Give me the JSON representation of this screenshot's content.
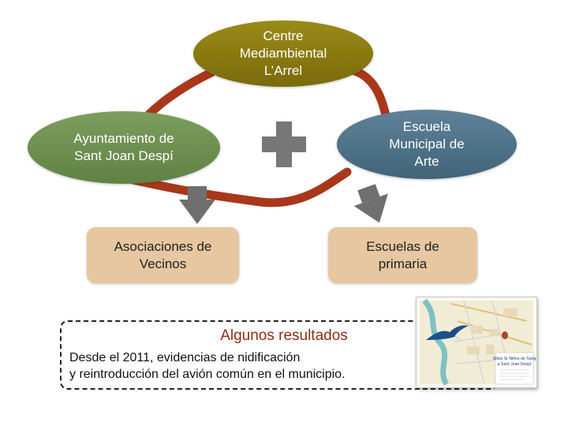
{
  "nodes": {
    "centre": {
      "lines": [
        "Centre",
        "Mediambiental",
        "L’Arrel"
      ],
      "fill": "#8a7a0f",
      "text_color": "#ffffff"
    },
    "ayuntamiento": {
      "lines": [
        "Ayuntamiento de",
        "Sant Joan Despí"
      ],
      "fill": "#6b8e4e",
      "text_color": "#ffffff"
    },
    "escuela_arte": {
      "lines": [
        "Escuela",
        "Municipal de",
        "Arte"
      ],
      "fill": "#4d7188",
      "text_color": "#ffffff"
    },
    "asociaciones": {
      "lines": [
        "Asociaciones de",
        "Vecinos"
      ],
      "fill": "#e7c79f",
      "text_color": "#222222"
    },
    "escuelas_primaria": {
      "lines": [
        "Escuelas de",
        "primaria"
      ],
      "fill": "#e7c79f",
      "text_color": "#222222"
    }
  },
  "connector_color": "#a8371c",
  "plus_color": "#777777",
  "arrow_color": "#6f6f6f",
  "results": {
    "title": "Algunos resultados",
    "title_color": "#8b2c17",
    "lines": [
      "Desde el 2011, evidencias de nidificación",
      "y reintroducción del avión común en el municipio."
    ]
  },
  "brochure": {
    "icon": "bird-icon",
    "title_lines": [
      "Sitios Sr Niños de Sang",
      "a Sant Joan Despí"
    ]
  }
}
